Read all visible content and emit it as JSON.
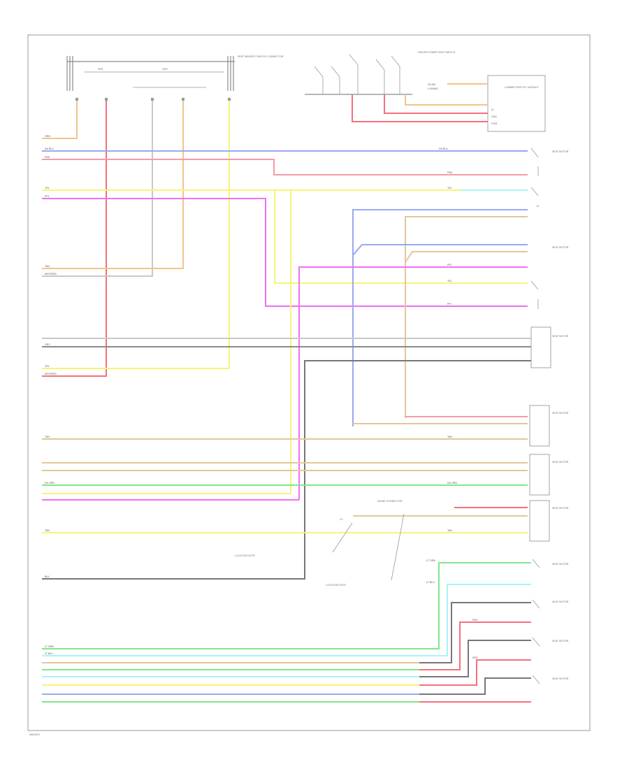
{
  "footer_code": "W6G3P6",
  "colors": {
    "orange": "#f2c48a",
    "red": "#f5707a",
    "pink": "#f59aa8",
    "blue": "#9aa9f2",
    "yellow": "#f7f47a",
    "magenta": "#f06ff0",
    "tan": "#e3c79a",
    "light_blue": "#a9f3f7",
    "green": "#7fe88a",
    "dark_gray": "#777777",
    "light_gray": "#c8c8c8"
  },
  "components": {
    "top_connector": "SEAT MEMORY SWITCH CONNECTOR",
    "driver_seat_switch": "DRIVER POWER SEAT SWITCH",
    "lumbar_module": "LUMBAR SWITCH / MODULE",
    "seat_motor_1": "SEAT MOTOR",
    "seat_motor_2": "SEAT MOTOR",
    "seat_motor_3": "SEAT MOTOR",
    "seat_motor_4": "SEAT MOTOR",
    "seat_motor_5": "SEAT MOTOR",
    "seat_motor_6": "SEAT MOTOR",
    "seat_motor_7": "SEAT MOTOR",
    "seat_motor_8": "SEAT MOTOR",
    "seat_motor_9": "SEAT MOTOR",
    "seat_motor_10": "SEAT MOTOR"
  },
  "notes": {
    "inline_connector": "INLINE CONNECTOR",
    "location_note_1": "LOCATION NOTE",
    "location_note_2": "LOCATION NOTE"
  },
  "wire_labels": {
    "orn": "ORN",
    "dk_blu": "DK BLU",
    "pnk": "PNK",
    "yel": "YEL",
    "ppl": "PPL",
    "tan": "TAN",
    "wht_red": "WHT/RED",
    "lt_blu": "LT BLU",
    "lt_grn": "LT GRN",
    "red": "RED",
    "gry": "GRY",
    "dk_grn": "DK GRN",
    "blk": "BLK"
  }
}
